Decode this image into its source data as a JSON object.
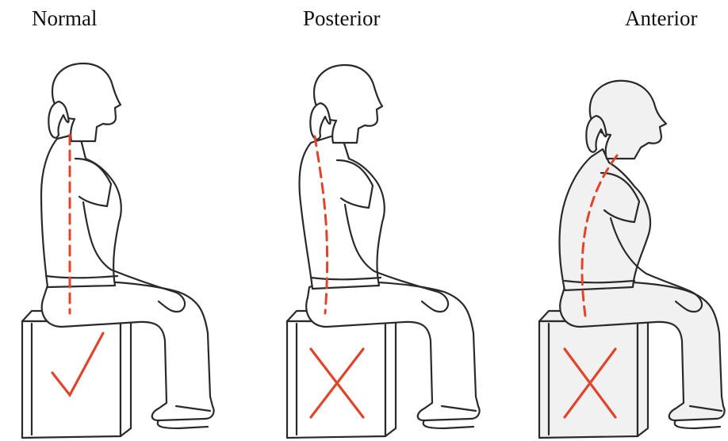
{
  "labels": {
    "normal": "Normal",
    "posterior": "Posterior",
    "anterior": "Anterior"
  },
  "figures": [
    {
      "posture": "normal",
      "marker": "check-icon"
    },
    {
      "posture": "posterior",
      "marker": "cross-icon"
    },
    {
      "posture": "anterior",
      "marker": "cross-icon"
    }
  ],
  "colors": {
    "spine_line": "#e0452c",
    "marker": "#e0452c",
    "outline": "#2a2a2a"
  }
}
